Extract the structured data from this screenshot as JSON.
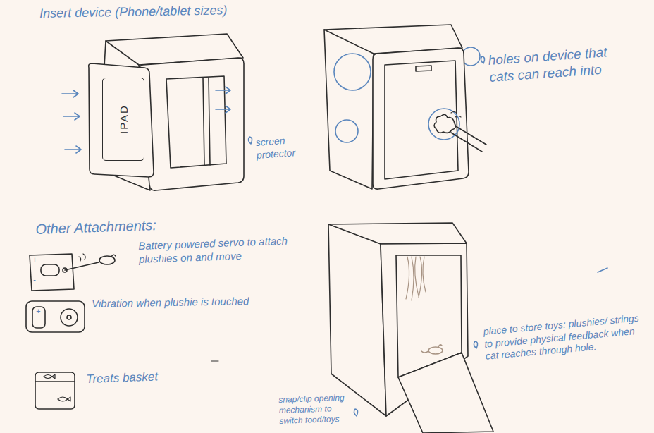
{
  "diagram": {
    "nodes": [
      {
        "text": [
          "IPAD"
        ]
      }
    ],
    "labels": [
      "Insert device (Phone/tablet sizes)",
      "screen protector",
      "holes on device that cats can reach into",
      "Other Attachments:",
      "Battery powered servo to attach plushies on and move",
      "Vibration when plushie is touched",
      "Treats basket",
      "place to store toys: plushies/ strings to provide physical feedback when cat reaches through hole.",
      "snap/clip opening mechanism to switch food/toys",
      "+",
      "-",
      "+",
      "-"
    ]
  }
}
